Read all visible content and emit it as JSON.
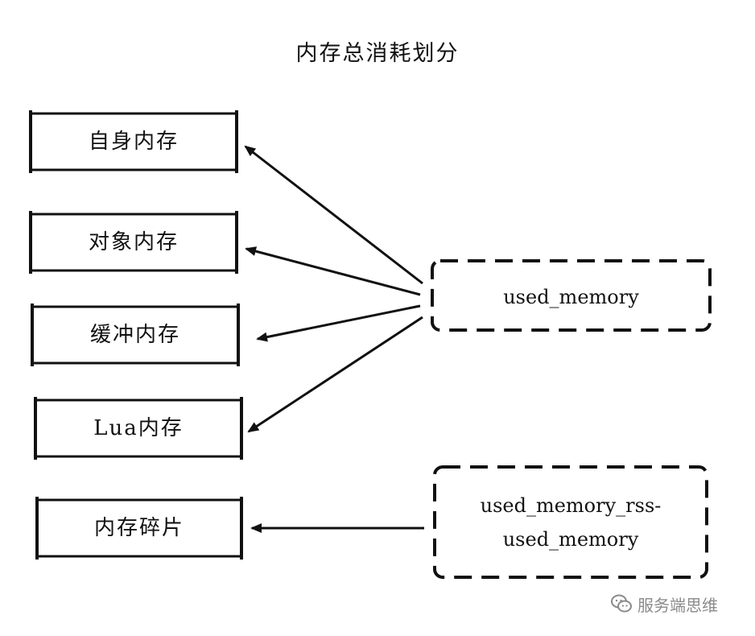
{
  "title": "内存总消耗划分",
  "targets": [
    {
      "id": "self",
      "label": "自身内存"
    },
    {
      "id": "object",
      "label": "对象内存"
    },
    {
      "id": "buffer",
      "label": "缓冲内存"
    },
    {
      "id": "lua",
      "label": "Lua内存"
    },
    {
      "id": "fragment",
      "label": "内存碎片"
    }
  ],
  "sources": [
    {
      "id": "used_memory",
      "lines": [
        "used_memory"
      ]
    },
    {
      "id": "rss_minus_used",
      "lines": [
        "used_memory_rss-",
        "used_memory"
      ]
    }
  ],
  "edges": [
    {
      "from": "used_memory",
      "to": "self"
    },
    {
      "from": "used_memory",
      "to": "object"
    },
    {
      "from": "used_memory",
      "to": "buffer"
    },
    {
      "from": "used_memory",
      "to": "lua"
    },
    {
      "from": "rss_minus_used",
      "to": "fragment"
    }
  ],
  "watermark": {
    "text": "服务端思维",
    "icon": "wechat-icon"
  },
  "colors": {
    "stroke": "#111111",
    "watermark": "#8a8a8a"
  }
}
